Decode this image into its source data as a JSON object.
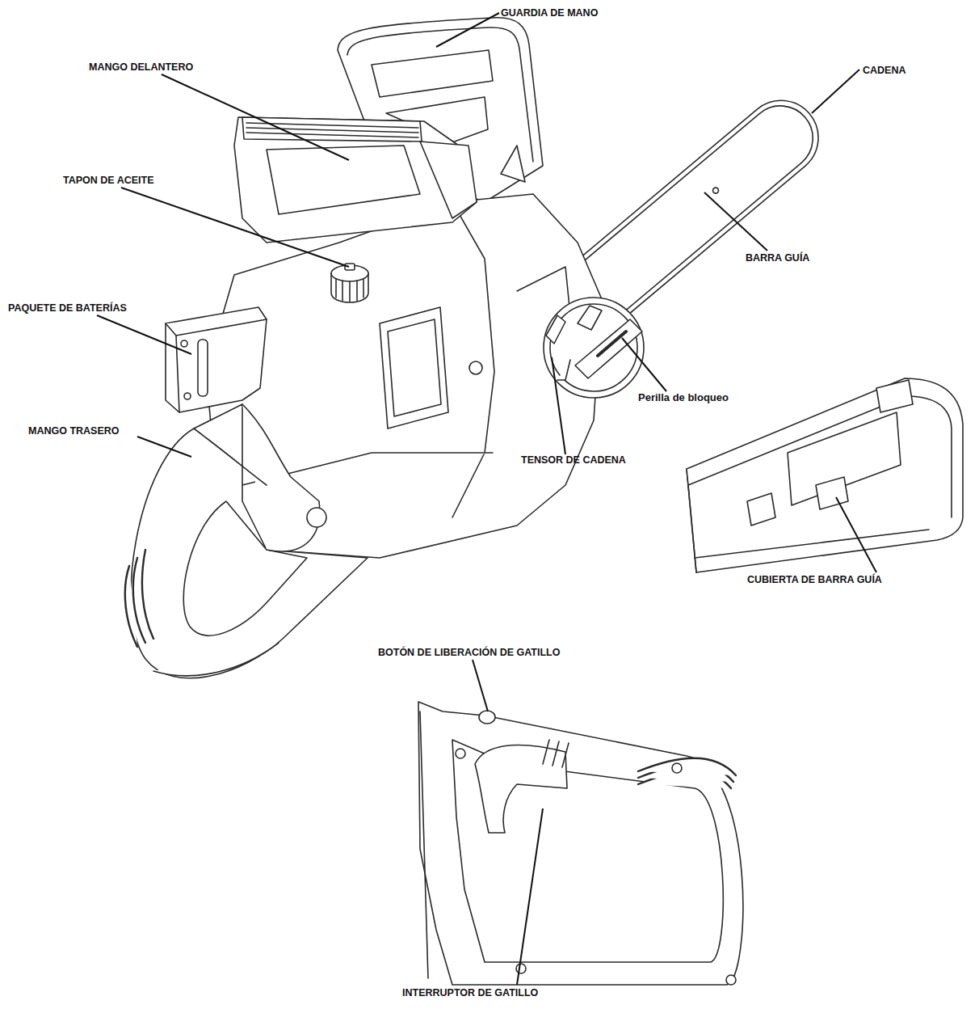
{
  "diagram": {
    "labels": [
      "GUARDIA DE MANO",
      "MANGO DELANTERO",
      "CADENA",
      "TAPON DE ACEITE",
      "BARRA GUÍA",
      "PAQUETE DE BATERÍAS",
      "Perilla de bloqueo",
      "MANGO TRASERO",
      "TENSOR DE CADENA",
      "CUBIERTA DE BARRA GUÍA",
      "BOTÓN DE LIBERACIÓN DE GATILLO",
      "INTERRUPTOR DE GATILLO"
    ]
  }
}
